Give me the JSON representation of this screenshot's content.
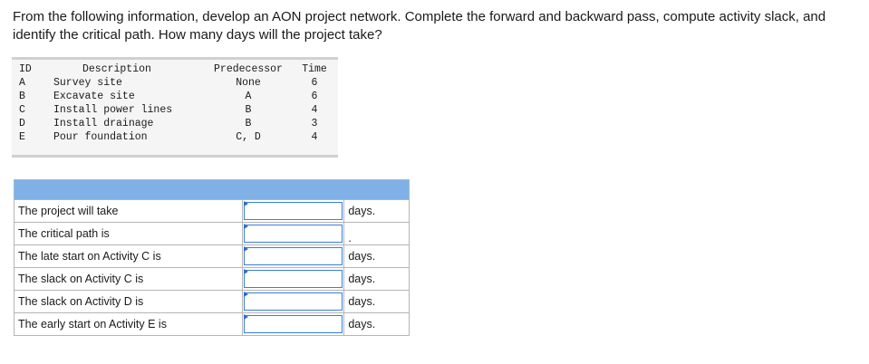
{
  "question": "From the following information, develop an AON project network. Complete the forward and backward pass, compute activity slack, and identify the critical path. How many days will the project take?",
  "activity_table": {
    "headers": {
      "id": "ID",
      "description": "Description",
      "predecessor": "Predecessor",
      "time": "Time"
    },
    "rows": [
      {
        "id": "A",
        "description": "Survey site",
        "predecessor": "None",
        "time": "6"
      },
      {
        "id": "B",
        "description": "Excavate site",
        "predecessor": "A",
        "time": "6"
      },
      {
        "id": "C",
        "description": "Install power lines",
        "predecessor": "B",
        "time": "4"
      },
      {
        "id": "D",
        "description": "Install drainage",
        "predecessor": "B",
        "time": "3"
      },
      {
        "id": "E",
        "description": "Pour foundation",
        "predecessor": "C, D",
        "time": "4"
      }
    ]
  },
  "answers": {
    "header_color": "#7fb1e6",
    "rows": [
      {
        "label": "The project will take",
        "value": "",
        "unit": "days."
      },
      {
        "label": "The critical path is",
        "value": "",
        "unit": "."
      },
      {
        "label": "The late start on Activity C is",
        "value": "",
        "unit": "days."
      },
      {
        "label": "The slack on Activity C is",
        "value": "",
        "unit": "days."
      },
      {
        "label": "The slack on Activity D is",
        "value": "",
        "unit": "days."
      },
      {
        "label": "The early start on Activity E is",
        "value": "",
        "unit": "days."
      }
    ]
  }
}
